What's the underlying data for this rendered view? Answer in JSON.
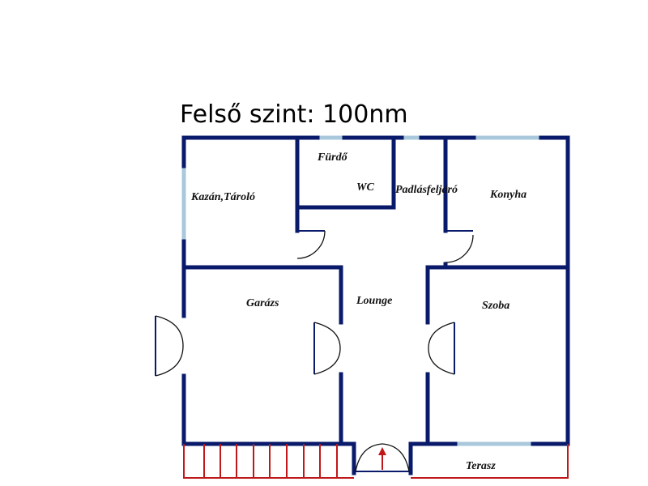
{
  "title": "Felső szint: 100nm",
  "rooms": {
    "kazan": "Kazán,Tároló",
    "furdo": "Fürdő",
    "wc": "WC",
    "padlas": "Padlásfeljáró",
    "konyha": "Konyha",
    "garazs": "Garázs",
    "lounge": "Lounge",
    "szoba": "Szoba",
    "terasz": "Terasz"
  },
  "colors": {
    "wall": "#0a1a6b",
    "window": "#a9c8dc",
    "railing": "#c01818",
    "background": "#ffffff"
  }
}
